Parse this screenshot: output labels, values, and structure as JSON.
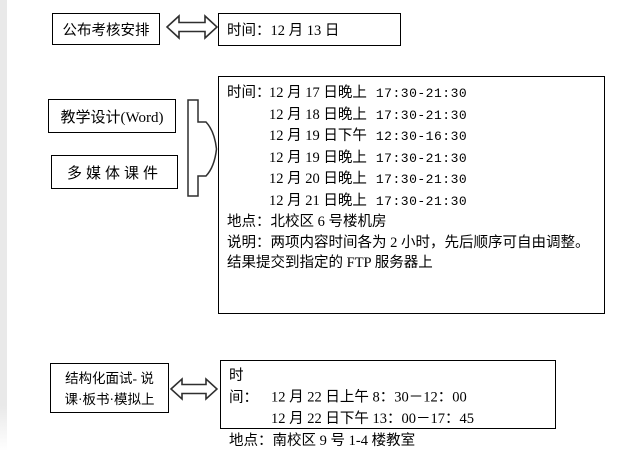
{
  "colors": {
    "background": "#ffffff",
    "box_border": "#000000",
    "arrow_outline": "#2f2f2f",
    "edge_strip": "#e9e9e9",
    "text": "#000000"
  },
  "top": {
    "label": "公布考核安排",
    "info": "时间：12 月 13 日"
  },
  "middle": {
    "task1": "教学设计(Word)",
    "task2": "多媒体课件",
    "schedule": {
      "rows": [
        {
          "prefix": "时间：",
          "date": "12 月 17 日晚上",
          "time": "17:30-21:30"
        },
        {
          "prefix": "",
          "date": "12 月 18 日晚上",
          "time": "17:30-21:30"
        },
        {
          "prefix": "",
          "date": "12 月 19 日下午",
          "time": "12:30-16:30"
        },
        {
          "prefix": "",
          "date": "12 月 19 日晚上",
          "time": "17:30-21:30"
        },
        {
          "prefix": "",
          "date": "12 月 20 日晚上",
          "time": "17:30-21:30"
        },
        {
          "prefix": "",
          "date": "12 月 21 日晚上",
          "time": "17:30-21:30"
        }
      ],
      "location": "地点：北校区 6 号楼机房",
      "note": "说明：两项内容时间各为 2 小时，先后顺序可自由调整。结果提交到指定的 FTP 服务器上"
    }
  },
  "bottom": {
    "label_line1": "结构化面试- 说",
    "label_line2": "课·板书·模拟上",
    "info": {
      "prefix": "时间：",
      "time1": "12 月 22 日上午 8：30－12：00",
      "time2": "12 月 22 日下午 13：00－17：45",
      "location": "地点：南校区 9 号 1-4 楼教室"
    }
  },
  "icons": {
    "top_arrow": "left-right-double-arrow",
    "bottom_arrow": "left-right-double-arrow",
    "merge_arrow": "merge-bracket-right-arrow"
  }
}
